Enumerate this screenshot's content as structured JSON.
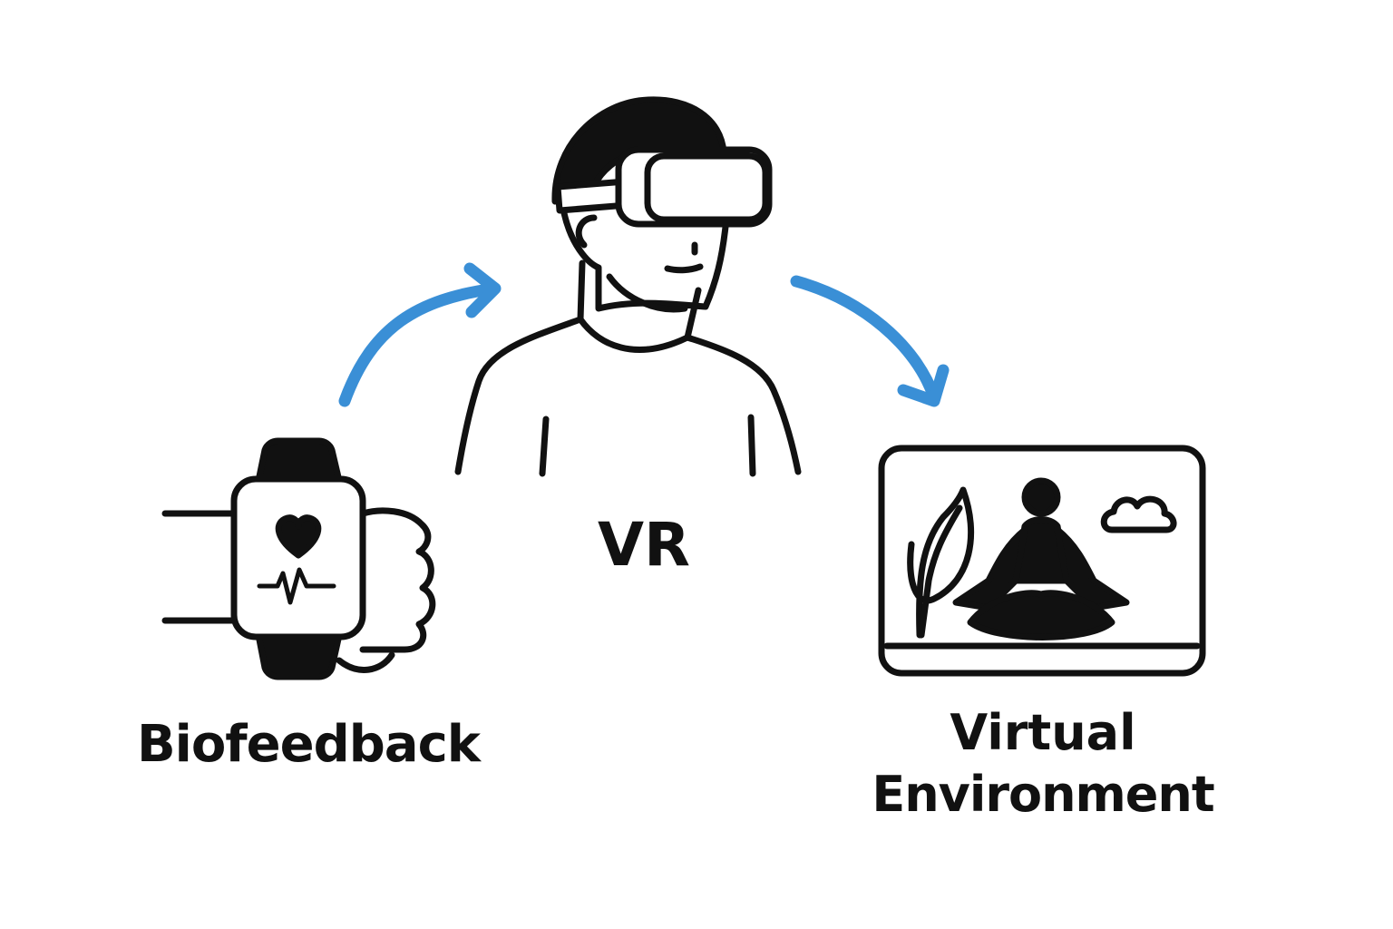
{
  "labels": {
    "vr": "VR",
    "biofeedback": "Biofeedback",
    "virtual_line1": "Virtual",
    "virtual_line2": "Environment"
  },
  "icons": {
    "vr_user": "person-with-vr-headset-icon",
    "biofeedback": "smartwatch-heart-rate-icon",
    "environment": "meditation-scene-screen-icon"
  },
  "flow": [
    {
      "from": "Biofeedback",
      "to": "VR"
    },
    {
      "from": "VR",
      "to": "Virtual Environment"
    }
  ],
  "colors": {
    "line": "#111111",
    "arrow": "#3a8fd6",
    "background": "#ffffff"
  }
}
